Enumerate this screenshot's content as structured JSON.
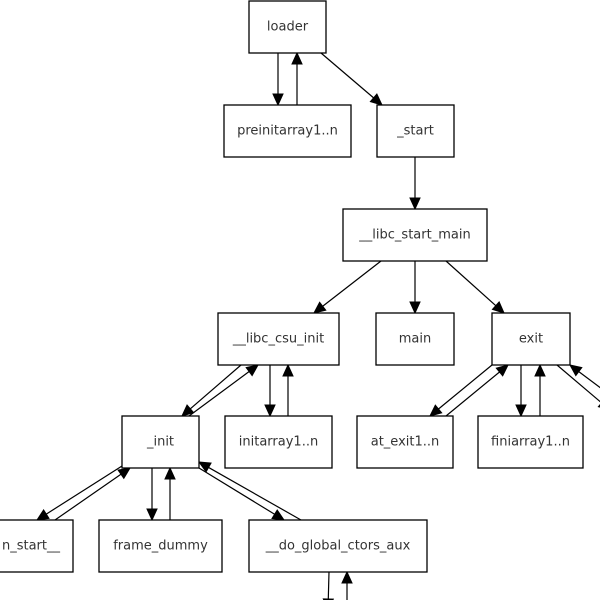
{
  "diagram": {
    "type": "call-graph",
    "nodes": [
      {
        "id": "loader",
        "label": "loader"
      },
      {
        "id": "preinitarray",
        "label": "preinitarray1..n"
      },
      {
        "id": "start",
        "label": "_start"
      },
      {
        "id": "libc_start_main",
        "label": "__libc_start_main"
      },
      {
        "id": "libc_csu_init",
        "label": "__libc_csu_init"
      },
      {
        "id": "main",
        "label": "main"
      },
      {
        "id": "exit",
        "label": "exit"
      },
      {
        "id": "init",
        "label": "_init"
      },
      {
        "id": "initarray",
        "label": "initarray1..n"
      },
      {
        "id": "at_exit",
        "label": "at_exit1..n"
      },
      {
        "id": "finiarray",
        "label": "finiarray1..n"
      },
      {
        "id": "gmon_start",
        "label": "n_start__"
      },
      {
        "id": "frame_dummy",
        "label": "frame_dummy"
      },
      {
        "id": "do_global_ctors_aux",
        "label": "__do_global_ctors_aux"
      }
    ],
    "edges": [
      {
        "from": "loader",
        "to": "preinitarray"
      },
      {
        "from": "preinitarray",
        "to": "loader"
      },
      {
        "from": "loader",
        "to": "start"
      },
      {
        "from": "start",
        "to": "libc_start_main"
      },
      {
        "from": "libc_start_main",
        "to": "libc_csu_init"
      },
      {
        "from": "libc_start_main",
        "to": "main"
      },
      {
        "from": "libc_start_main",
        "to": "exit"
      },
      {
        "from": "libc_csu_init",
        "to": "init"
      },
      {
        "from": "init",
        "to": "libc_csu_init"
      },
      {
        "from": "libc_csu_init",
        "to": "initarray"
      },
      {
        "from": "initarray",
        "to": "libc_csu_init"
      },
      {
        "from": "exit",
        "to": "at_exit"
      },
      {
        "from": "at_exit",
        "to": "exit"
      },
      {
        "from": "exit",
        "to": "finiarray"
      },
      {
        "from": "finiarray",
        "to": "exit"
      },
      {
        "from": "exit",
        "to": "offscreen-right"
      },
      {
        "from": "offscreen-right",
        "to": "exit"
      },
      {
        "from": "init",
        "to": "gmon_start"
      },
      {
        "from": "gmon_start",
        "to": "init"
      },
      {
        "from": "init",
        "to": "frame_dummy"
      },
      {
        "from": "frame_dummy",
        "to": "init"
      },
      {
        "from": "init",
        "to": "do_global_ctors_aux"
      },
      {
        "from": "do_global_ctors_aux",
        "to": "init"
      },
      {
        "from": "do_global_ctors_aux",
        "to": "offscreen-bottom"
      },
      {
        "from": "offscreen-bottom",
        "to": "do_global_ctors_aux"
      }
    ]
  }
}
